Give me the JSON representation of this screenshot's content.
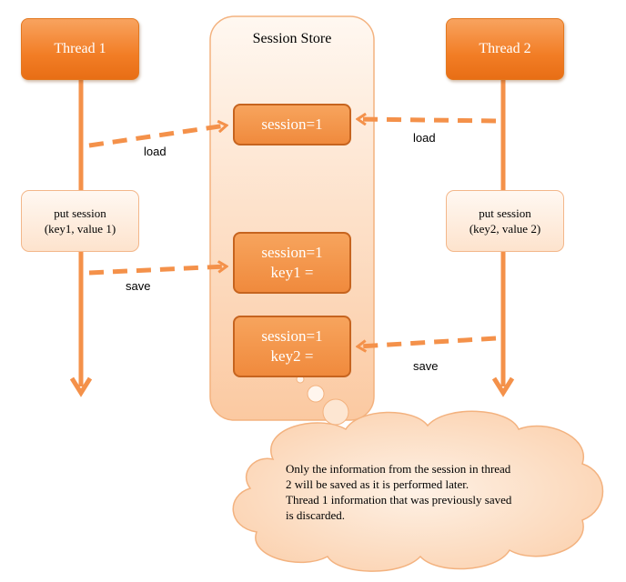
{
  "thread1": {
    "title": "Thread 1",
    "put_line1": "put session",
    "put_line2": "(key1, value 1)"
  },
  "thread2": {
    "title": "Thread 2",
    "put_line1": "put session",
    "put_line2": "(key2, value 2)"
  },
  "store": {
    "title": "Session Store",
    "box1": {
      "line1": "session=1"
    },
    "box2": {
      "line1": "session=1",
      "line2": "key1 ="
    },
    "box3": {
      "line1": "session=1",
      "line2": "key2 ="
    }
  },
  "labels": {
    "load_left": "load",
    "load_right": "load",
    "save_left": "save",
    "save_right": "save"
  },
  "note": {
    "lines": [
      "Only the information from the session in thread",
      "2 will be saved as it is performed later.",
      "Thread 1 information that was previously saved",
      "is discarded."
    ]
  },
  "colors": {
    "orange": "#f4914a",
    "dark_orange": "#c6641f",
    "store_fill": "#fde0c6"
  }
}
